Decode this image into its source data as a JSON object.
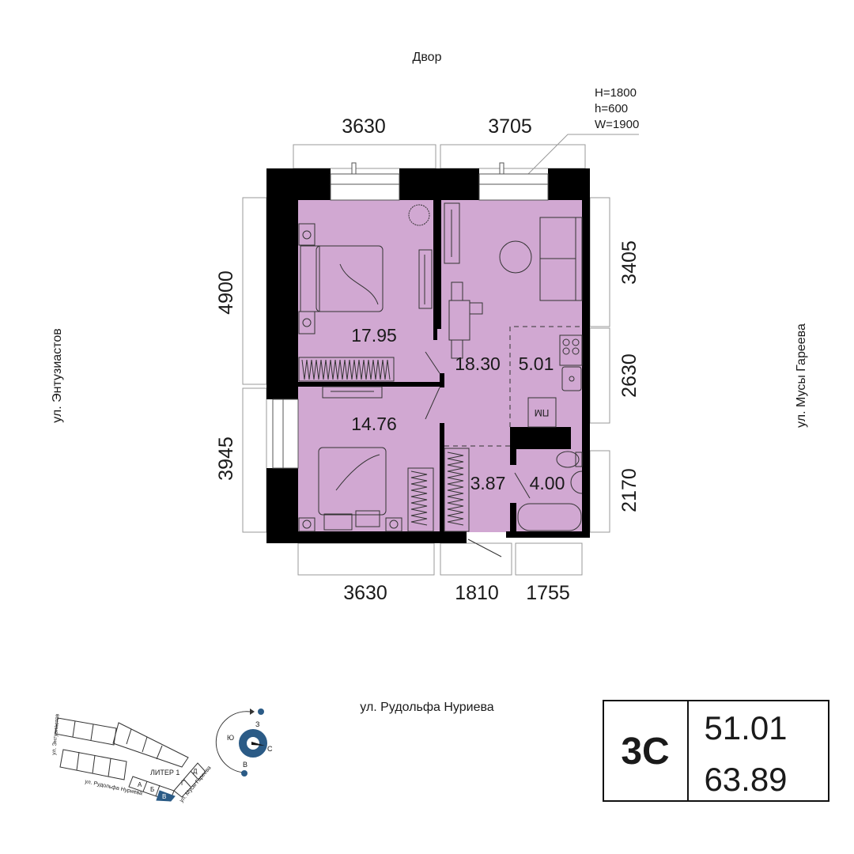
{
  "orientation": {
    "top": "Двор",
    "left": "ул. Энтузиастов",
    "right": "ул. Мусы Гареева",
    "bottom": "ул. Рудольфа Нуриева"
  },
  "window_spec": [
    "H=1800",
    "h=600",
    "W=1900"
  ],
  "dimensions": {
    "top": [
      "3630",
      "3705"
    ],
    "left": [
      "4900",
      "3945"
    ],
    "right": [
      "3405",
      "2630",
      "2170"
    ],
    "bottom": [
      "3630",
      "1810",
      "1755"
    ]
  },
  "rooms": {
    "bedroom1": "17.95",
    "bedroom2": "14.76",
    "living": "18.30",
    "kitchen": "5.01",
    "hall": "3.87",
    "bathroom": "4.00",
    "dishwasher": "ПМ"
  },
  "summary": {
    "type": "3С",
    "living_area": "51.01",
    "total_area": "63.89"
  },
  "site_plan": {
    "street_left": "ул. Энтузиастов",
    "street_bottom": "ул. Рудольфа Нуриева",
    "street_right": "ул. Мусы Гареева",
    "liter": "ЛИТЕР 1",
    "sections": [
      "А",
      "Б",
      "В",
      "Г",
      "Д"
    ],
    "active_section": "В"
  },
  "compass": {
    "north": "С",
    "south": "Ю",
    "west": "З",
    "east": "В"
  },
  "colors": {
    "room_fill": "#d1a8d2",
    "wall": "#000000",
    "accent": "#2b5b86"
  }
}
